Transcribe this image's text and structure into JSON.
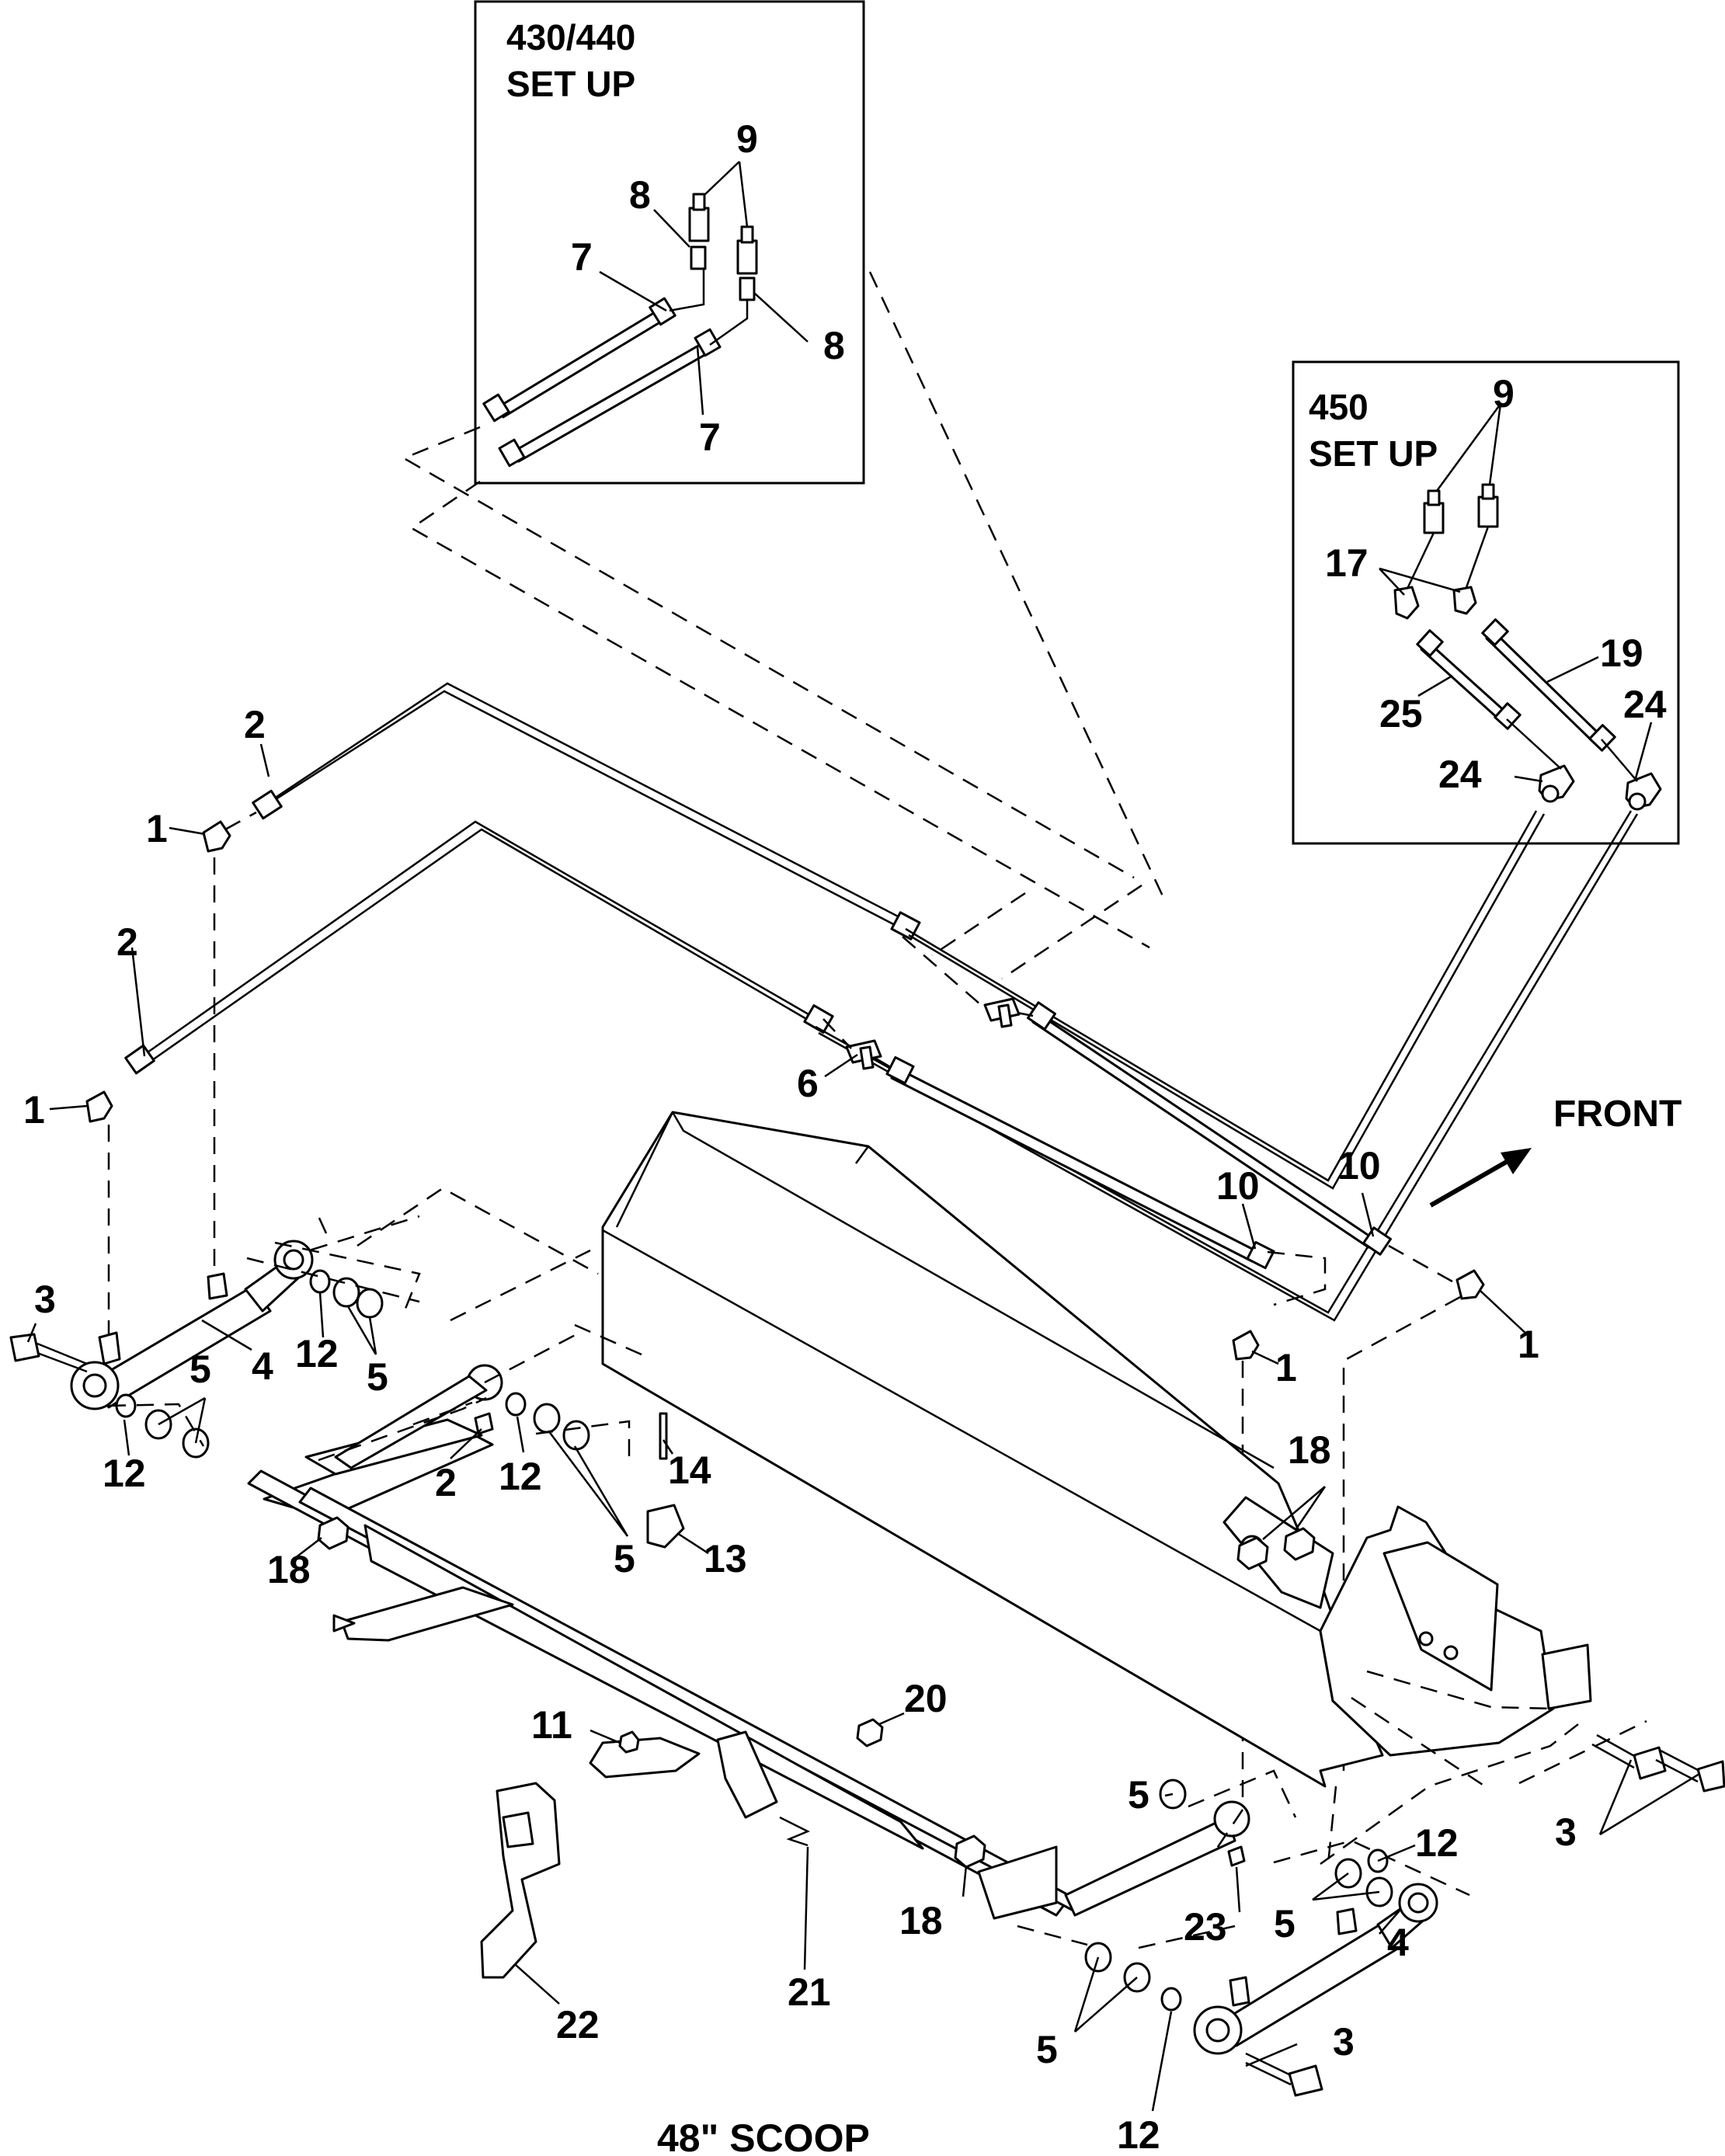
{
  "diagram": {
    "caption": "48\" SCOOP",
    "front_label": "FRONT",
    "inset_430": {
      "title_line1": "430/440",
      "title_line2": "SET UP"
    },
    "inset_450": {
      "title_line1": "450",
      "title_line2": "SET UP"
    },
    "callouts": [
      {
        "id": "c9a",
        "text": "9"
      },
      {
        "id": "c8a",
        "text": "8"
      },
      {
        "id": "c7a",
        "text": "7"
      },
      {
        "id": "c8b",
        "text": "8"
      },
      {
        "id": "c7b",
        "text": "7"
      },
      {
        "id": "c9b",
        "text": "9"
      },
      {
        "id": "c17",
        "text": "17"
      },
      {
        "id": "c19",
        "text": "19"
      },
      {
        "id": "c25",
        "text": "25"
      },
      {
        "id": "c24a",
        "text": "24"
      },
      {
        "id": "c24b",
        "text": "24"
      },
      {
        "id": "c2a",
        "text": "2"
      },
      {
        "id": "c1a",
        "text": "1"
      },
      {
        "id": "c2b",
        "text": "2"
      },
      {
        "id": "c1b",
        "text": "1"
      },
      {
        "id": "c6",
        "text": "6"
      },
      {
        "id": "c10a",
        "text": "10"
      },
      {
        "id": "c10b",
        "text": "10"
      },
      {
        "id": "c1c",
        "text": "1"
      },
      {
        "id": "c1d",
        "text": "1"
      },
      {
        "id": "c3a",
        "text": "3"
      },
      {
        "id": "c4a",
        "text": "4"
      },
      {
        "id": "c12a",
        "text": "12"
      },
      {
        "id": "c5a",
        "text": "5"
      },
      {
        "id": "c5b",
        "text": "5"
      },
      {
        "id": "c12b",
        "text": "12"
      },
      {
        "id": "c2c",
        "text": "2"
      },
      {
        "id": "c12c",
        "text": "12"
      },
      {
        "id": "c14",
        "text": "14"
      },
      {
        "id": "c5c",
        "text": "5"
      },
      {
        "id": "c13",
        "text": "13"
      },
      {
        "id": "c18a",
        "text": "18"
      },
      {
        "id": "c18b",
        "text": "18"
      },
      {
        "id": "c20",
        "text": "20"
      },
      {
        "id": "c11",
        "text": "11"
      },
      {
        "id": "c5d",
        "text": "5"
      },
      {
        "id": "c12d",
        "text": "12"
      },
      {
        "id": "c3b",
        "text": "3"
      },
      {
        "id": "c23",
        "text": "23"
      },
      {
        "id": "c5e",
        "text": "5"
      },
      {
        "id": "c21",
        "text": "21"
      },
      {
        "id": "c18c",
        "text": "18"
      },
      {
        "id": "c22",
        "text": "22"
      },
      {
        "id": "c4b",
        "text": "4"
      },
      {
        "id": "c5f",
        "text": "5"
      },
      {
        "id": "c3c",
        "text": "3"
      },
      {
        "id": "c12e",
        "text": "12"
      }
    ]
  }
}
